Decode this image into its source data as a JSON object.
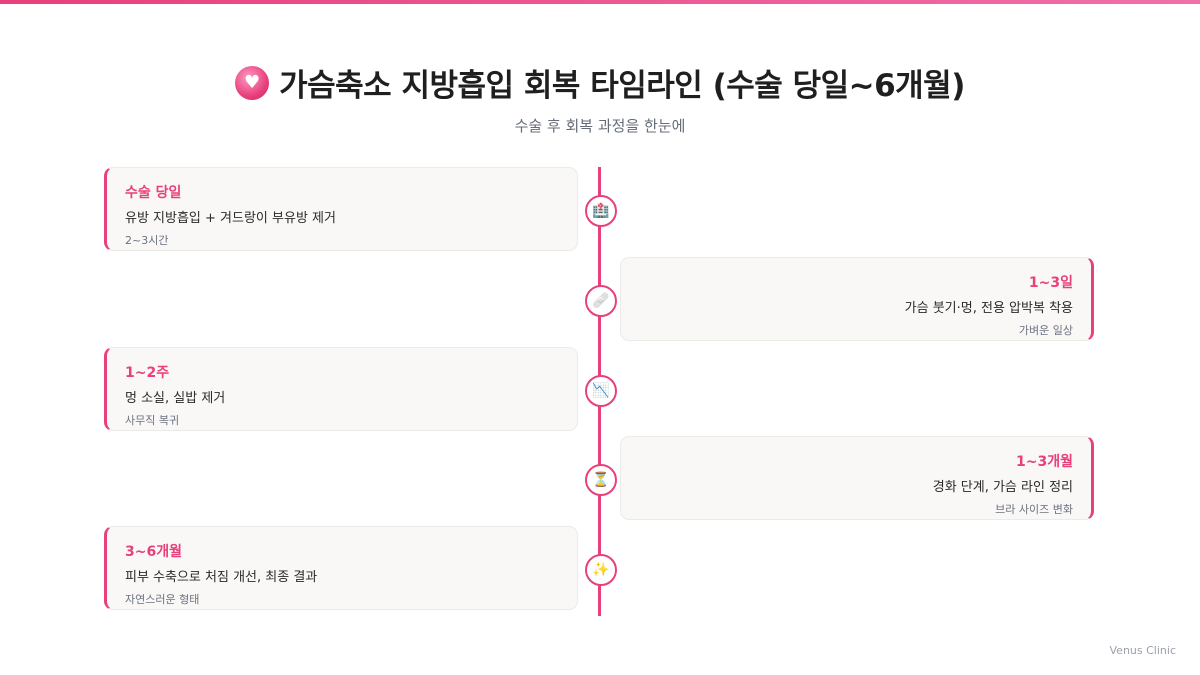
{
  "header": {
    "icon": "heart-emoji-icon",
    "title": "가슴축소 지방흡입 회복 타임라인 (수술 당일~6개월)",
    "subtitle": "수술 후 회복 과정을 한눈에"
  },
  "accent_color": "#e8407c",
  "timeline": [
    {
      "side": "left",
      "period": "수술 당일",
      "description": "유방 지방흡입 + 겨드랑이 부유방 제거",
      "note": "2~3시간",
      "icon": "hospital-icon",
      "glyph": "🏥"
    },
    {
      "side": "right",
      "period": "1~3일",
      "description": "가슴 붓기·멍, 전용 압박복 착용",
      "note": "가벼운 일상",
      "icon": "bandage-icon",
      "glyph": "🩹"
    },
    {
      "side": "left",
      "period": "1~2주",
      "description": "멍 소실, 실밥 제거",
      "note": "사무직 복귀",
      "icon": "chart-decreasing-icon",
      "glyph": "📉"
    },
    {
      "side": "right",
      "period": "1~3개월",
      "description": "경화 단계, 가슴 라인 정리",
      "note": "브라 사이즈 변화",
      "icon": "hourglass-icon",
      "glyph": "⏳"
    },
    {
      "side": "left",
      "period": "3~6개월",
      "description": "피부 수축으로 처짐 개선, 최종 결과",
      "note": "자연스러운 형태",
      "icon": "sparkles-icon",
      "glyph": "✨"
    }
  ],
  "brand": "Venus Clinic"
}
